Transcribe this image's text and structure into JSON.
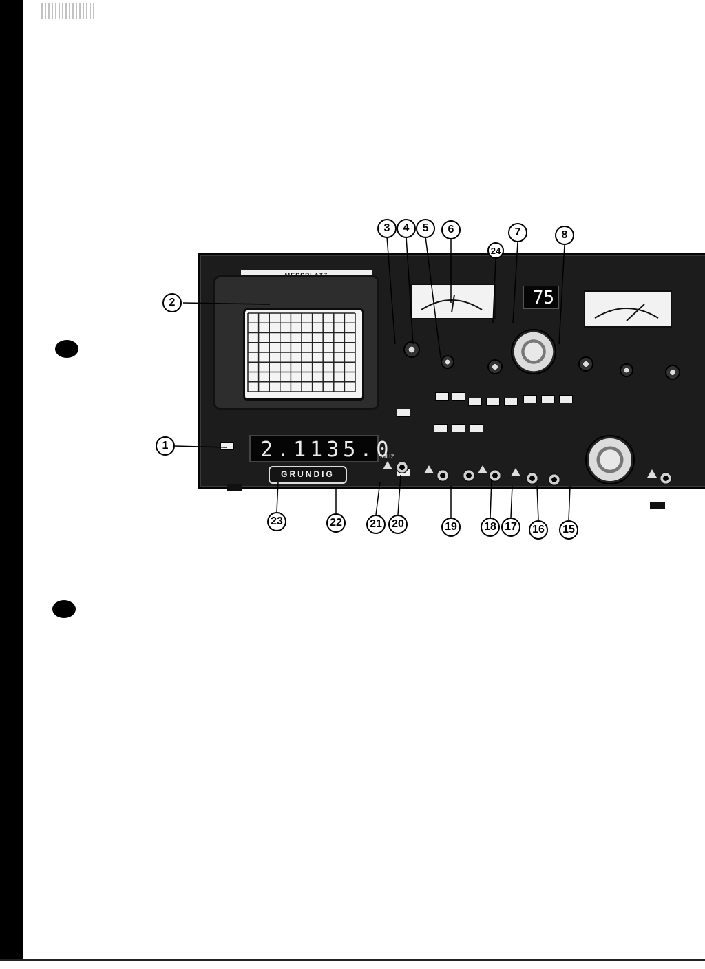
{
  "device": {
    "screen_strip_label": "MESSPLATZ",
    "channel_display": "75",
    "frequency_display": "2.1135.0",
    "frequency_unit": "MHz",
    "brand": "GRUNDIG"
  },
  "callouts": [
    "1",
    "2",
    "3",
    "4",
    "5",
    "6",
    "7",
    "8",
    "24",
    "23",
    "22",
    "21",
    "20",
    "19",
    "18",
    "17",
    "16",
    "15"
  ]
}
